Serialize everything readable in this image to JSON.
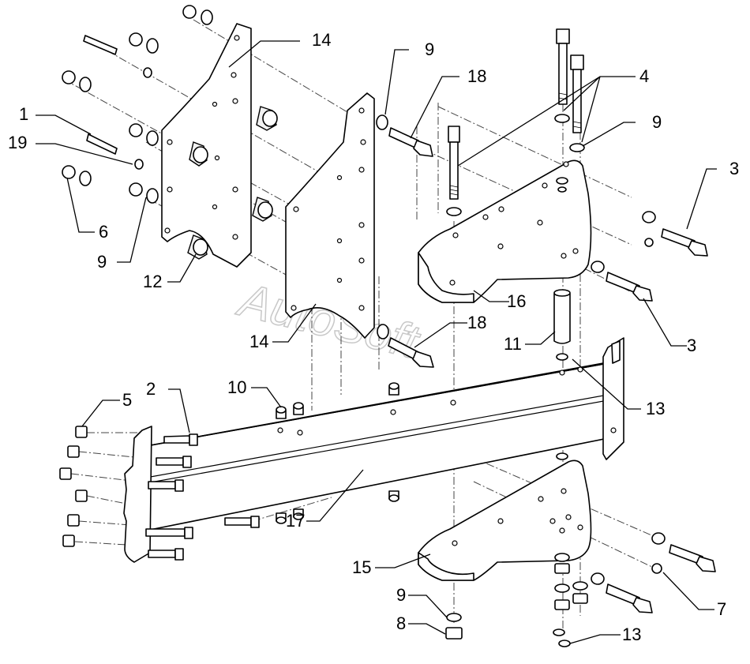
{
  "watermark": "AutoSoft",
  "callouts": [
    {
      "id": "c14a",
      "label": "14"
    },
    {
      "id": "c1",
      "label": "1"
    },
    {
      "id": "c19",
      "label": "19"
    },
    {
      "id": "c6",
      "label": "6"
    },
    {
      "id": "c9a",
      "label": "9"
    },
    {
      "id": "c12",
      "label": "12"
    },
    {
      "id": "c9b",
      "label": "9"
    },
    {
      "id": "c18a",
      "label": "18"
    },
    {
      "id": "c4",
      "label": "4"
    },
    {
      "id": "c9c",
      "label": "9"
    },
    {
      "id": "c3a",
      "label": "3"
    },
    {
      "id": "c16",
      "label": "16"
    },
    {
      "id": "c3b",
      "label": "3"
    },
    {
      "id": "c14b",
      "label": "14"
    },
    {
      "id": "c18b",
      "label": "18"
    },
    {
      "id": "c11",
      "label": "11"
    },
    {
      "id": "c13a",
      "label": "13"
    },
    {
      "id": "c10",
      "label": "10"
    },
    {
      "id": "c2",
      "label": "2"
    },
    {
      "id": "c5",
      "label": "5"
    },
    {
      "id": "c17",
      "label": "17"
    },
    {
      "id": "c15",
      "label": "15"
    },
    {
      "id": "c7",
      "label": "7"
    },
    {
      "id": "c9d",
      "label": "9"
    },
    {
      "id": "c8",
      "label": "8"
    },
    {
      "id": "c13b",
      "label": "13"
    }
  ]
}
